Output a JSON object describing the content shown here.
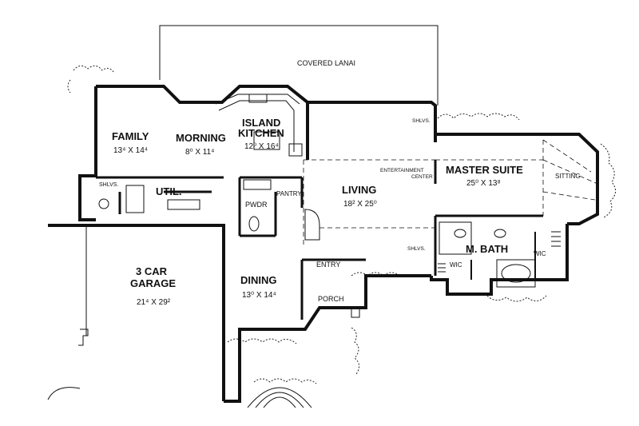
{
  "rooms": {
    "covered_lanai": "COVERED LANAI",
    "family": "FAMILY",
    "family_dim": "13⁴ X 14⁴",
    "morning": "MORNING",
    "morning_dim": "8⁰ X 11⁴",
    "island": "ISLAND",
    "kitchen": "KITCHEN",
    "kitchen_dim": "12⁰ X 16⁴",
    "util": "UTIL.",
    "shlvs_util": "SHLVS.",
    "pantry": "PANTRY",
    "pwdr": "PWDR",
    "living": "LIVING",
    "living_dim": "18² X 25⁰",
    "entertainment": "ENTERTAINMENT",
    "center": "CENTER",
    "shlvs_top": "SHLVS.",
    "shlvs_bath": "SHLVS.",
    "master_suite": "MASTER SUITE",
    "master_dim": "25⁰ X 13⁸",
    "sitting": "SITTING",
    "m_bath": "M. BATH",
    "wic_left": "WIC",
    "wic_right": "WIC",
    "garage_1": "3 CAR",
    "garage_2": "GARAGE",
    "garage_dim": "21⁴ X 29²",
    "dining": "DINING",
    "dining_dim": "13⁰ X 14⁴",
    "entry": "ENTRY",
    "porch": "PORCH"
  }
}
